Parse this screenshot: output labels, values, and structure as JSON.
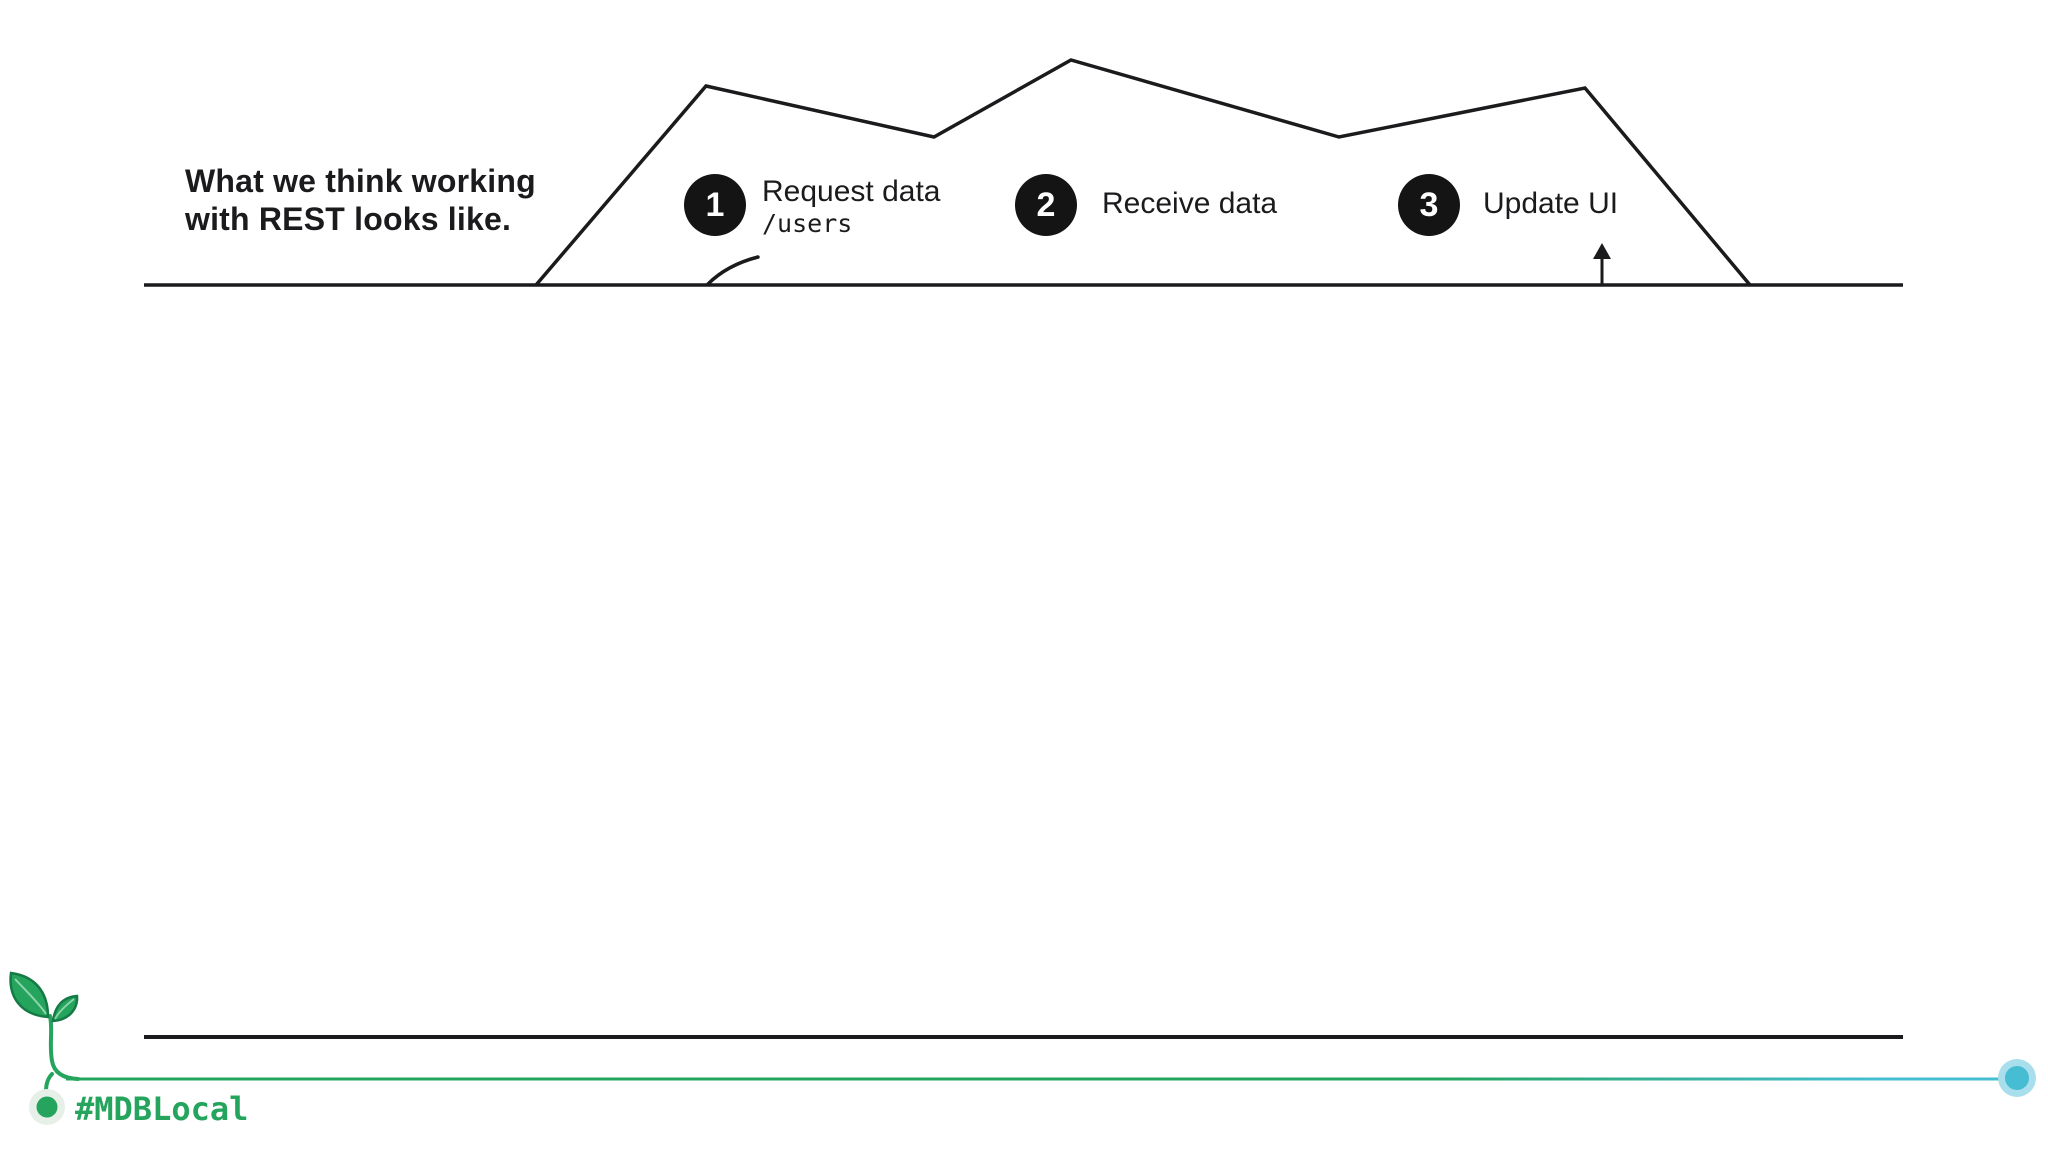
{
  "slide": {
    "title": {
      "line1": "What we think working",
      "line2": "with REST looks like."
    },
    "steps": [
      {
        "number": "1",
        "label": "Request data",
        "sublabel": "/users"
      },
      {
        "number": "2",
        "label": "Receive data"
      },
      {
        "number": "3",
        "label": "Update UI"
      }
    ],
    "footer": {
      "hashtag": "#MDBLocal"
    },
    "colors": {
      "ink": "#1b1b1e",
      "step_circle": "#141414",
      "step_number": "#ffffff",
      "brand_green": "#24a45c",
      "brand_green_dark": "#157a45",
      "leaf_vein": "#8fd4ab",
      "halo_gray_green": "#e7efe9",
      "teal": "#46bdd2",
      "teal_light": "#a9dfec"
    }
  }
}
